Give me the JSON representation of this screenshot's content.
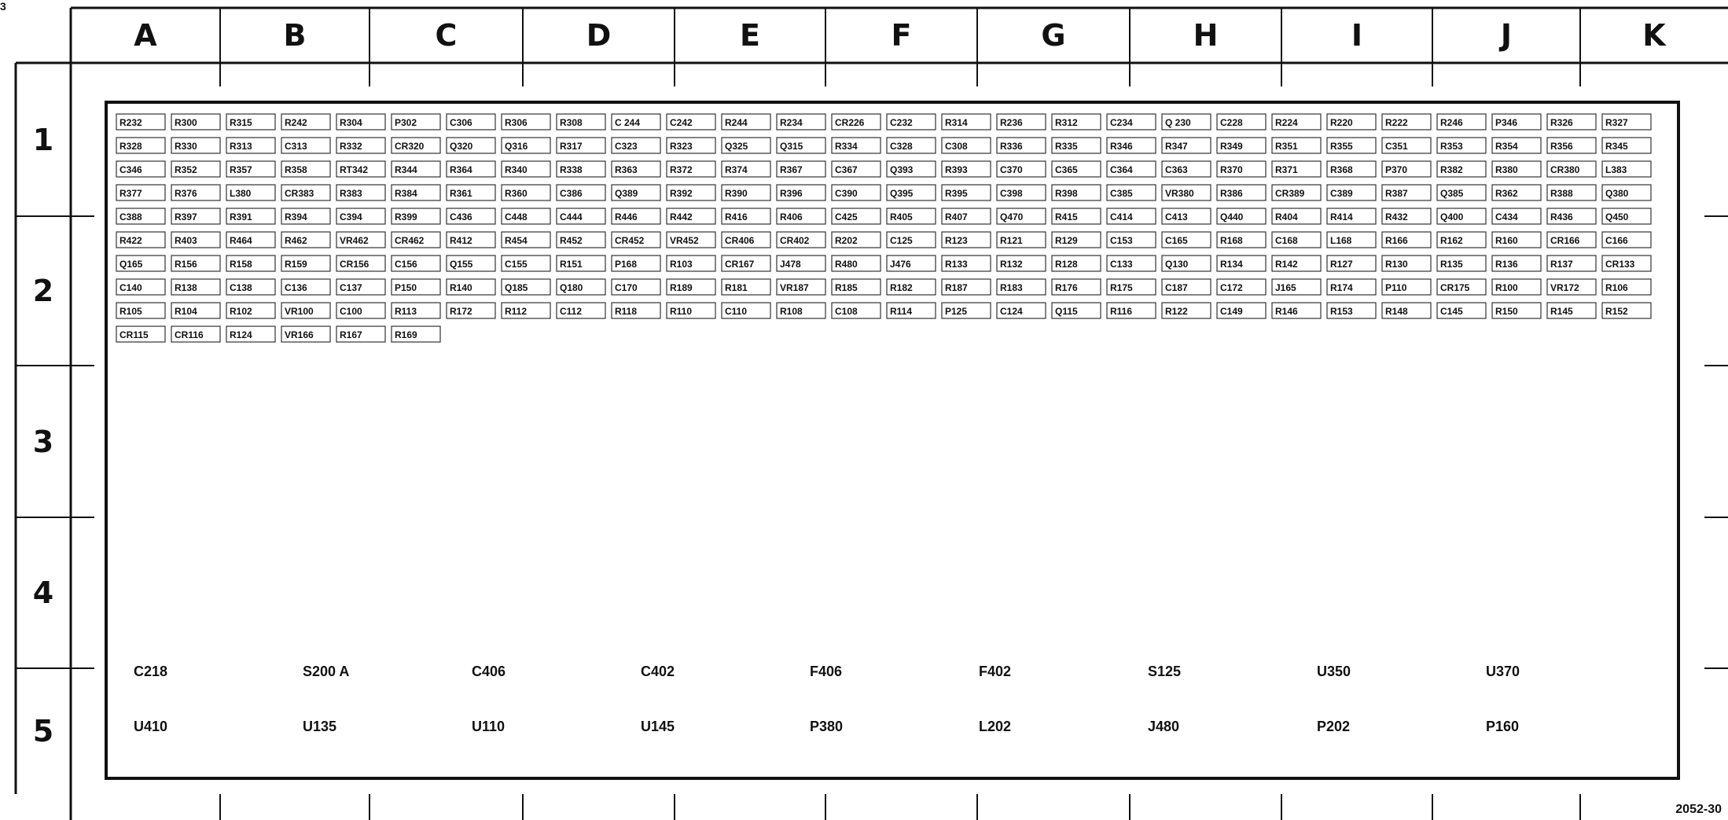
{
  "corner_mark": "3",
  "figure_number": "2052-30",
  "columns": [
    "A",
    "B",
    "C",
    "D",
    "E",
    "F",
    "G",
    "H",
    "I",
    "J",
    "K"
  ],
  "rows": [
    "1",
    "2",
    "3",
    "4",
    "5"
  ],
  "board_labels": [
    "C218",
    "S200 A",
    "C406",
    "C402",
    "F406",
    "F402",
    "S125",
    "U350",
    "U370",
    "U410",
    "U135",
    "U110",
    "U145",
    "P380",
    "L202",
    "J480",
    "P202",
    "P160"
  ],
  "components": [
    {
      "ref": "R232"
    },
    {
      "ref": "R300"
    },
    {
      "ref": "R315"
    },
    {
      "ref": "R242"
    },
    {
      "ref": "R304"
    },
    {
      "ref": "P302"
    },
    {
      "ref": "C306"
    },
    {
      "ref": "R306"
    },
    {
      "ref": "R308"
    },
    {
      "ref": "C 244"
    },
    {
      "ref": "C242"
    },
    {
      "ref": "R244"
    },
    {
      "ref": "R234"
    },
    {
      "ref": "CR226"
    },
    {
      "ref": "C232"
    },
    {
      "ref": "R314"
    },
    {
      "ref": "R236"
    },
    {
      "ref": "R312"
    },
    {
      "ref": "C234"
    },
    {
      "ref": "Q 230"
    },
    {
      "ref": "C228"
    },
    {
      "ref": "R224"
    },
    {
      "ref": "R220"
    },
    {
      "ref": "R222"
    },
    {
      "ref": "R246"
    },
    {
      "ref": "P346"
    },
    {
      "ref": "R326"
    },
    {
      "ref": "R327"
    },
    {
      "ref": "R328"
    },
    {
      "ref": "R330"
    },
    {
      "ref": "R313"
    },
    {
      "ref": "C313"
    },
    {
      "ref": "R332"
    },
    {
      "ref": "CR320"
    },
    {
      "ref": "Q320"
    },
    {
      "ref": "Q316"
    },
    {
      "ref": "R317"
    },
    {
      "ref": "C323"
    },
    {
      "ref": "R323"
    },
    {
      "ref": "Q325"
    },
    {
      "ref": "Q315"
    },
    {
      "ref": "R334"
    },
    {
      "ref": "C328"
    },
    {
      "ref": "C308"
    },
    {
      "ref": "R336"
    },
    {
      "ref": "R335"
    },
    {
      "ref": "R346"
    },
    {
      "ref": "R347"
    },
    {
      "ref": "R349"
    },
    {
      "ref": "R351"
    },
    {
      "ref": "R355"
    },
    {
      "ref": "C351"
    },
    {
      "ref": "R353"
    },
    {
      "ref": "R354"
    },
    {
      "ref": "R356"
    },
    {
      "ref": "R345"
    },
    {
      "ref": "C346"
    },
    {
      "ref": "R352"
    },
    {
      "ref": "R357"
    },
    {
      "ref": "R358"
    },
    {
      "ref": "RT342"
    },
    {
      "ref": "R344"
    },
    {
      "ref": "R364"
    },
    {
      "ref": "R340"
    },
    {
      "ref": "R338"
    },
    {
      "ref": "R363"
    },
    {
      "ref": "R372"
    },
    {
      "ref": "R374"
    },
    {
      "ref": "R367"
    },
    {
      "ref": "C367"
    },
    {
      "ref": "Q393"
    },
    {
      "ref": "R393"
    },
    {
      "ref": "C370"
    },
    {
      "ref": "C365"
    },
    {
      "ref": "C364"
    },
    {
      "ref": "C363"
    },
    {
      "ref": "R370"
    },
    {
      "ref": "R371"
    },
    {
      "ref": "R368"
    },
    {
      "ref": "P370"
    },
    {
      "ref": "R382"
    },
    {
      "ref": "R380"
    },
    {
      "ref": "CR380"
    },
    {
      "ref": "L383"
    },
    {
      "ref": "R377"
    },
    {
      "ref": "R376"
    },
    {
      "ref": "L380"
    },
    {
      "ref": "CR383"
    },
    {
      "ref": "R383"
    },
    {
      "ref": "R384"
    },
    {
      "ref": "R361"
    },
    {
      "ref": "R360"
    },
    {
      "ref": "C386"
    },
    {
      "ref": "Q389"
    },
    {
      "ref": "R392"
    },
    {
      "ref": "R390"
    },
    {
      "ref": "R396"
    },
    {
      "ref": "C390"
    },
    {
      "ref": "Q395"
    },
    {
      "ref": "R395"
    },
    {
      "ref": "C398"
    },
    {
      "ref": "R398"
    },
    {
      "ref": "C385"
    },
    {
      "ref": "VR380"
    },
    {
      "ref": "R386"
    },
    {
      "ref": "CR389"
    },
    {
      "ref": "C389"
    },
    {
      "ref": "R387"
    },
    {
      "ref": "Q385"
    },
    {
      "ref": "R362"
    },
    {
      "ref": "R388"
    },
    {
      "ref": "Q380"
    },
    {
      "ref": "C388"
    },
    {
      "ref": "R397"
    },
    {
      "ref": "R391"
    },
    {
      "ref": "R394"
    },
    {
      "ref": "C394"
    },
    {
      "ref": "R399"
    },
    {
      "ref": "C436"
    },
    {
      "ref": "C448"
    },
    {
      "ref": "C444"
    },
    {
      "ref": "R446"
    },
    {
      "ref": "R442"
    },
    {
      "ref": "R416"
    },
    {
      "ref": "R406"
    },
    {
      "ref": "C425"
    },
    {
      "ref": "R405"
    },
    {
      "ref": "R407"
    },
    {
      "ref": "Q470"
    },
    {
      "ref": "R415"
    },
    {
      "ref": "C414"
    },
    {
      "ref": "C413"
    },
    {
      "ref": "Q440"
    },
    {
      "ref": "R404"
    },
    {
      "ref": "R414"
    },
    {
      "ref": "R432"
    },
    {
      "ref": "Q400"
    },
    {
      "ref": "C434"
    },
    {
      "ref": "R436"
    },
    {
      "ref": "Q450"
    },
    {
      "ref": "R422"
    },
    {
      "ref": "R403"
    },
    {
      "ref": "R464"
    },
    {
      "ref": "R462"
    },
    {
      "ref": "VR462"
    },
    {
      "ref": "CR462"
    },
    {
      "ref": "R412"
    },
    {
      "ref": "R454"
    },
    {
      "ref": "R452"
    },
    {
      "ref": "CR452"
    },
    {
      "ref": "VR452"
    },
    {
      "ref": "CR406"
    },
    {
      "ref": "CR402"
    },
    {
      "ref": "R202"
    },
    {
      "ref": "C125"
    },
    {
      "ref": "R123"
    },
    {
      "ref": "R121"
    },
    {
      "ref": "R129"
    },
    {
      "ref": "C153"
    },
    {
      "ref": "C165"
    },
    {
      "ref": "R168"
    },
    {
      "ref": "C168"
    },
    {
      "ref": "L168"
    },
    {
      "ref": "R166"
    },
    {
      "ref": "R162"
    },
    {
      "ref": "R160"
    },
    {
      "ref": "CR166"
    },
    {
      "ref": "C166"
    },
    {
      "ref": "Q165"
    },
    {
      "ref": "R156"
    },
    {
      "ref": "R158"
    },
    {
      "ref": "R159"
    },
    {
      "ref": "CR156"
    },
    {
      "ref": "C156"
    },
    {
      "ref": "Q155"
    },
    {
      "ref": "C155"
    },
    {
      "ref": "R151"
    },
    {
      "ref": "P168"
    },
    {
      "ref": "R103"
    },
    {
      "ref": "CR167"
    },
    {
      "ref": "J478"
    },
    {
      "ref": "R480"
    },
    {
      "ref": "J476"
    },
    {
      "ref": "R133"
    },
    {
      "ref": "R132"
    },
    {
      "ref": "R128"
    },
    {
      "ref": "C133"
    },
    {
      "ref": "Q130"
    },
    {
      "ref": "R134"
    },
    {
      "ref": "R142"
    },
    {
      "ref": "R127"
    },
    {
      "ref": "R130"
    },
    {
      "ref": "R135"
    },
    {
      "ref": "R136"
    },
    {
      "ref": "R137"
    },
    {
      "ref": "CR133"
    },
    {
      "ref": "C140"
    },
    {
      "ref": "R138"
    },
    {
      "ref": "C138"
    },
    {
      "ref": "C136"
    },
    {
      "ref": "C137"
    },
    {
      "ref": "P150"
    },
    {
      "ref": "R140"
    },
    {
      "ref": "Q185"
    },
    {
      "ref": "Q180"
    },
    {
      "ref": "C170"
    },
    {
      "ref": "R189"
    },
    {
      "ref": "R181"
    },
    {
      "ref": "VR187"
    },
    {
      "ref": "R185"
    },
    {
      "ref": "R182"
    },
    {
      "ref": "R187"
    },
    {
      "ref": "R183"
    },
    {
      "ref": "R176"
    },
    {
      "ref": "R175"
    },
    {
      "ref": "C187"
    },
    {
      "ref": "C172"
    },
    {
      "ref": "J165"
    },
    {
      "ref": "R174"
    },
    {
      "ref": "P110"
    },
    {
      "ref": "CR175"
    },
    {
      "ref": "R100"
    },
    {
      "ref": "VR172"
    },
    {
      "ref": "R106"
    },
    {
      "ref": "R105"
    },
    {
      "ref": "R104"
    },
    {
      "ref": "R102"
    },
    {
      "ref": "VR100"
    },
    {
      "ref": "C100"
    },
    {
      "ref": "R113"
    },
    {
      "ref": "R172"
    },
    {
      "ref": "R112"
    },
    {
      "ref": "C112"
    },
    {
      "ref": "R118"
    },
    {
      "ref": "R110"
    },
    {
      "ref": "C110"
    },
    {
      "ref": "R108"
    },
    {
      "ref": "C108"
    },
    {
      "ref": "R114"
    },
    {
      "ref": "P125"
    },
    {
      "ref": "C124"
    },
    {
      "ref": "Q115"
    },
    {
      "ref": "R116"
    },
    {
      "ref": "R122"
    },
    {
      "ref": "C149"
    },
    {
      "ref": "R146"
    },
    {
      "ref": "R153"
    },
    {
      "ref": "R148"
    },
    {
      "ref": "C145"
    },
    {
      "ref": "R150"
    },
    {
      "ref": "R145"
    },
    {
      "ref": "R152"
    },
    {
      "ref": "CR115"
    },
    {
      "ref": "CR116"
    },
    {
      "ref": "R124"
    },
    {
      "ref": "VR166"
    },
    {
      "ref": "R167"
    },
    {
      "ref": "R169"
    }
  ]
}
